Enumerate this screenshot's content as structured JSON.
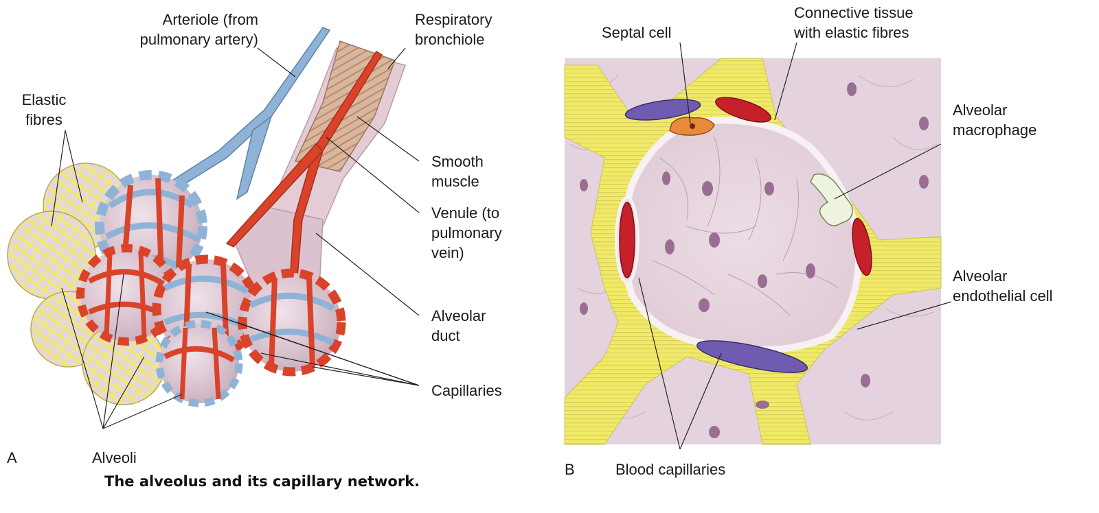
{
  "caption": "The alveolus and its capillary network.",
  "panel_a": {
    "letter": "A",
    "labels": {
      "arteriole": [
        "Arteriole (from",
        "pulmonary artery)"
      ],
      "respiratory_bronchiole": [
        "Respiratory",
        "bronchiole"
      ],
      "elastic_fibres": [
        "Elastic",
        "fibres"
      ],
      "smooth_muscle": [
        "Smooth",
        "muscle"
      ],
      "venule": [
        "Venule (to",
        "pulmonary",
        "vein)"
      ],
      "alveolar_duct": [
        "Alveolar",
        "duct"
      ],
      "capillaries": "Capillaries",
      "alveoli": "Alveoli"
    }
  },
  "panel_b": {
    "letter": "B",
    "labels": {
      "septal_cell": "Septal cell",
      "connective_tissue": [
        "Connective tissue",
        "with elastic fibres"
      ],
      "alveolar_macrophage": [
        "Alveolar",
        "macrophage"
      ],
      "alveolar_endothelial_cell": [
        "Alveolar",
        "endothelial cell"
      ],
      "blood_capillaries": "Blood capillaries"
    }
  },
  "colors": {
    "artery_blue": "#8fb3d6",
    "vein_red": "#d9432a",
    "elastic_yellow": "#efe36a",
    "tissue_pink": "#e6d3dc",
    "nucleus_purple": "#8a5a86",
    "rbc_red": "#c6202a",
    "wbc_purple": "#6f5bb0",
    "leader_line": "#222222"
  }
}
